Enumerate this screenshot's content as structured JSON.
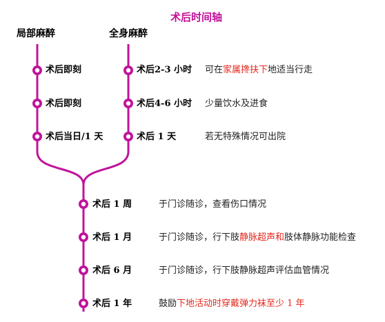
{
  "title": "术后时间轴",
  "columns": {
    "local": "局部麻醉",
    "general": "全身麻醉"
  },
  "colors": {
    "line": "#c0139a",
    "node_inner": "#ffffff",
    "highlight": "#e4281e"
  },
  "top_rows": [
    {
      "local_label": "术后即刻",
      "general_label": "术后2-3 小时",
      "desc": [
        {
          "t": "可在"
        },
        {
          "t": "家属搀扶下",
          "hl": true
        },
        {
          "t": "地适当行走"
        }
      ]
    },
    {
      "local_label": "术后即刻",
      "general_label": "术后4-6 小时",
      "desc": [
        {
          "t": "少量饮水及进食"
        }
      ]
    },
    {
      "local_label": "术后当日/1 天",
      "general_label": "术后 1 天",
      "desc": [
        {
          "t": "若无特殊情况可出院"
        }
      ]
    }
  ],
  "bottom_rows": [
    {
      "label": "术后 1 周",
      "desc": [
        {
          "t": "于门诊随诊，查看伤口情况"
        }
      ]
    },
    {
      "label": "术后 1 月",
      "desc": [
        {
          "t": "于门诊随诊，行下肢"
        },
        {
          "t": "静脉超声",
          "hl": true
        },
        {
          "t": "和",
          "hl": true
        },
        {
          "t": "肢体静脉功能检查"
        }
      ]
    },
    {
      "label": "术后 6 月",
      "desc": [
        {
          "t": "于门诊随诊，行下肢静脉超声评估血管情况"
        }
      ]
    },
    {
      "label": "术后 1 年",
      "desc": [
        {
          "t": "鼓励"
        },
        {
          "t": "下地活动时穿戴弹力袜至少 1 年",
          "hl": true
        }
      ]
    }
  ]
}
